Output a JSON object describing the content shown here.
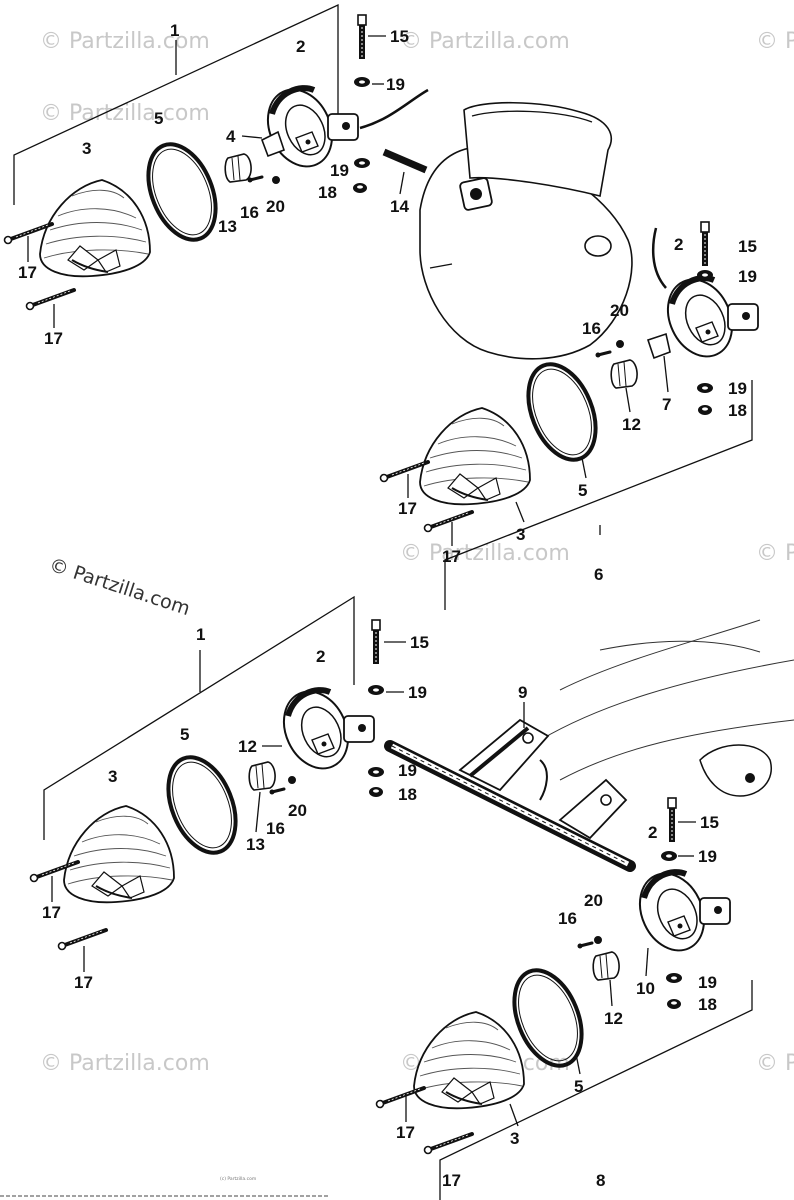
{
  "watermark": "© Partzilla.com",
  "callouts": {
    "c1a": "1",
    "c1b": "1",
    "c2a": "2",
    "c2b": "2",
    "c2c": "2",
    "c2d": "2",
    "c3a": "3",
    "c3b": "3",
    "c3c": "3",
    "c3d": "3",
    "c4": "4",
    "c5a": "5",
    "c5b": "5",
    "c5c": "5",
    "c5d": "5",
    "c6": "6",
    "c7": "7",
    "c8": "8",
    "c9": "9",
    "c10": "10",
    "c12a": "12",
    "c12b": "12",
    "c12c": "12",
    "c13a": "13",
    "c13b": "13",
    "c14": "14",
    "c15a": "15",
    "c15b": "15",
    "c15c": "15",
    "c15d": "15",
    "c16a": "16",
    "c16b": "16",
    "c16c": "16",
    "c16d": "16",
    "c17a": "17",
    "c17b": "17",
    "c17c": "17",
    "c17d": "17",
    "c17e": "17",
    "c17f": "17",
    "c17g": "17",
    "c17h": "17",
    "c18a": "18",
    "c18b": "18",
    "c18c": "18",
    "c18d": "18",
    "c19a": "19",
    "c19b": "19",
    "c19c": "19",
    "c19d": "19",
    "c19e": "19",
    "c19f": "19",
    "c19g": "19",
    "c20a": "20",
    "c20b": "20",
    "c20c": "20",
    "c20d": "20"
  },
  "footer_fine_print": "(c) Partzilla.com"
}
